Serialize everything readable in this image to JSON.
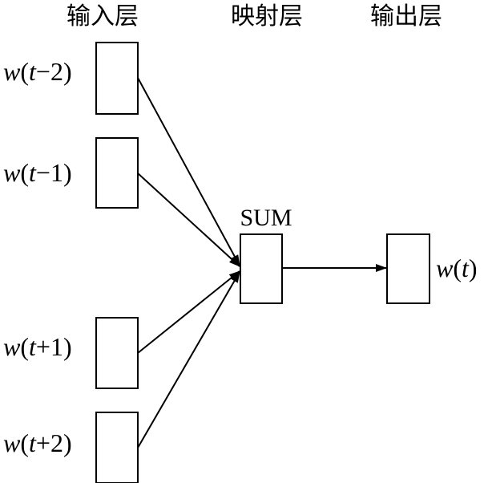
{
  "layers": {
    "input": "输入层",
    "projection": "映射层",
    "output": "输出层"
  },
  "inputs": [
    {
      "w": "w",
      "open": "(",
      "t": "t",
      "rest": "−2)"
    },
    {
      "w": "w",
      "open": "(",
      "t": "t",
      "rest": "−1)"
    },
    {
      "w": "w",
      "open": "(",
      "t": "t",
      "rest": "+1)"
    },
    {
      "w": "w",
      "open": "(",
      "t": "t",
      "rest": "+2)"
    }
  ],
  "projection_node": {
    "label": "SUM"
  },
  "output_node": {
    "w": "w",
    "open": "(",
    "t": "t",
    "close": ")"
  },
  "colors": {
    "stroke": "#000000",
    "background": "#ffffff"
  }
}
